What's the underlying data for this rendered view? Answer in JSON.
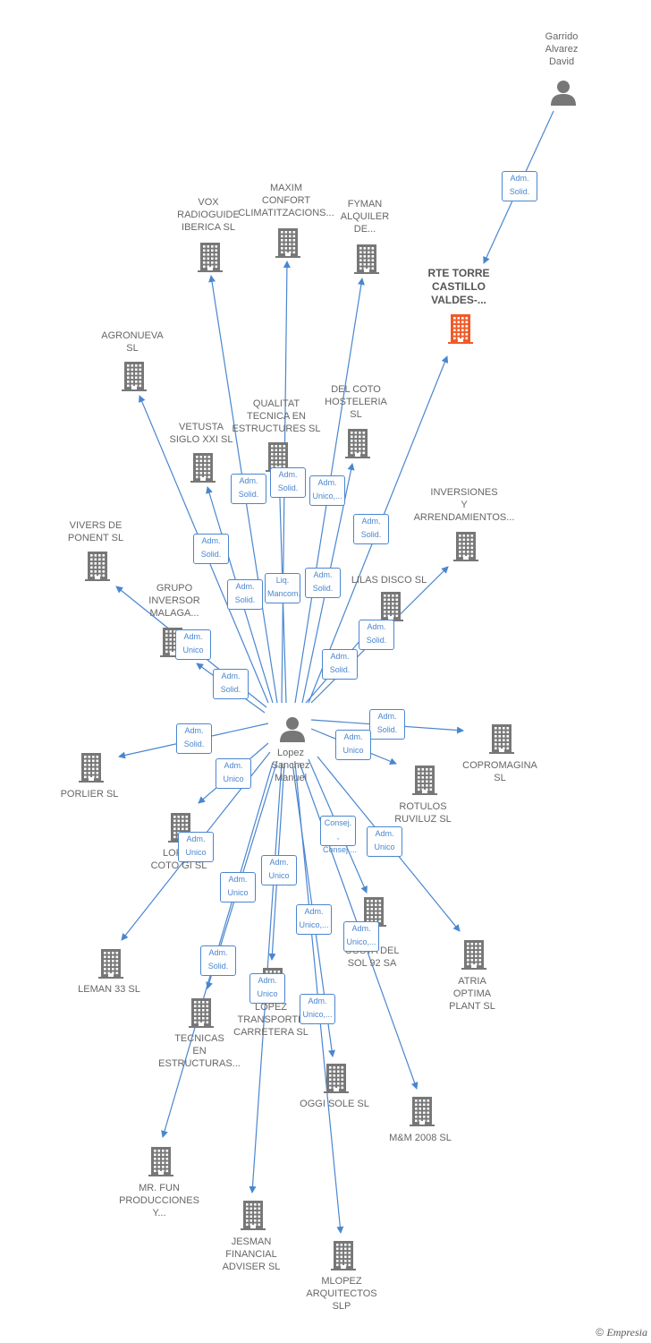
{
  "colors": {
    "edge": "#4a86d0",
    "company": "#777777",
    "focus": "#f05a28",
    "person": "#777777"
  },
  "nodes": [
    {
      "id": "garrido",
      "type": "person",
      "label": "Garrido\nAlvarez\nDavid"
    },
    {
      "id": "rte",
      "type": "focus",
      "label": "RTE TORRE\nCASTILLO\nVALDES-..."
    },
    {
      "id": "vox",
      "type": "company",
      "label": "VOX\nRADIOGUIDE\nIBERICA SL"
    },
    {
      "id": "maxim",
      "type": "company",
      "label": "MAXIM\nCONFORT\nCLIMATITZACIONS..."
    },
    {
      "id": "fyman",
      "type": "company",
      "label": "FYMAN\nALQUILER\nDE..."
    },
    {
      "id": "agronueva",
      "type": "company",
      "label": "AGRONUEVA\nSL"
    },
    {
      "id": "qualitat",
      "type": "company",
      "label": "QUALITAT\nTECNICA EN\nESTRUCTURES SL"
    },
    {
      "id": "delcoto",
      "type": "company",
      "label": "DEL COTO\nHOSTELERIA\nSL"
    },
    {
      "id": "vetusta",
      "type": "company",
      "label": "VETUSTA\nSIGLO XXI  SL"
    },
    {
      "id": "inversiones",
      "type": "company",
      "label": "INVERSIONES\nY\nARRENDAMIENTOS..."
    },
    {
      "id": "vivers",
      "type": "company",
      "label": "VIVERS DE\nPONENT SL"
    },
    {
      "id": "lilas",
      "type": "company",
      "label": "LILAS DISCO  SL"
    },
    {
      "id": "grupo",
      "type": "company",
      "label": "GRUPO\nINVERSOR\nMALAGA..."
    },
    {
      "id": "lopez",
      "type": "person",
      "label": "Lopez\nSanchez\nManuel"
    },
    {
      "id": "porlier",
      "type": "company",
      "label": "PORLIER  SL"
    },
    {
      "id": "copromagina",
      "type": "company",
      "label": "COPROMAGINA\nSL"
    },
    {
      "id": "rotulos",
      "type": "company",
      "label": "ROTULOS\nRUVILUZ SL"
    },
    {
      "id": "lopezcoto",
      "type": "company",
      "label": "LOPEZ\nCOTO GI  SL"
    },
    {
      "id": "leman",
      "type": "company",
      "label": "LEMAN 33 SL"
    },
    {
      "id": "costa",
      "type": "company",
      "label": "LA\nCOSTA DEL\nSOL 92 SA"
    },
    {
      "id": "atria",
      "type": "company",
      "label": "ATRIA\nOPTIMA\nPLANT  SL"
    },
    {
      "id": "tecnicas",
      "type": "company",
      "label": "TECNICAS\nEN\nESTRUCTURAS..."
    },
    {
      "id": "lopeztransport",
      "type": "company",
      "label": "LOPEZ\nTRANSPORTE\nCARRETERA  SL"
    },
    {
      "id": "oggi",
      "type": "company",
      "label": "OGGI SOLE  SL"
    },
    {
      "id": "mm2008",
      "type": "company",
      "label": "M&M 2008 SL"
    },
    {
      "id": "mrfun",
      "type": "company",
      "label": "MR.  FUN\nPRODUCCIONES\nY..."
    },
    {
      "id": "jesman",
      "type": "company",
      "label": "JESMAN\nFINANCIAL\nADVISER  SL"
    },
    {
      "id": "mlopez",
      "type": "company",
      "label": "MLOPEZ\nARQUITECTOS\nSLP"
    }
  ],
  "edges": [
    {
      "from": "garrido",
      "to": "rte",
      "label": "Adm.\nSolid."
    },
    {
      "from": "lopez",
      "to": "rte",
      "label": "Adm.\nSolid."
    },
    {
      "from": "lopez",
      "to": "vox",
      "label": "Adm.\nSolid."
    },
    {
      "from": "lopez",
      "to": "maxim",
      "label": "Adm.\nSolid."
    },
    {
      "from": "lopez",
      "to": "fyman",
      "label": "Adm.\nUnico,..."
    },
    {
      "from": "lopez",
      "to": "agronueva",
      "label": "Adm.\nSolid."
    },
    {
      "from": "lopez",
      "to": "qualitat",
      "label": "Liq.\nMancom."
    },
    {
      "from": "lopez",
      "to": "delcoto",
      "label": "Adm.\nSolid."
    },
    {
      "from": "lopez",
      "to": "vetusta",
      "label": "Adm.\nSolid."
    },
    {
      "from": "lopez",
      "to": "inversiones",
      "label": "Adm.\nSolid."
    },
    {
      "from": "lopez",
      "to": "vivers",
      "label": "Adm.\nSolid."
    },
    {
      "from": "lopez",
      "to": "lilas",
      "label": "Adm.\nSolid."
    },
    {
      "from": "lopez",
      "to": "grupo",
      "label": "Adm.\nUnico"
    },
    {
      "from": "lopez",
      "to": "porlier",
      "label": "Adm.\nSolid."
    },
    {
      "from": "lopez",
      "to": "copromagina",
      "label": "Adm.\nSolid."
    },
    {
      "from": "lopez",
      "to": "rotulos",
      "label": "Adm.\nUnico"
    },
    {
      "from": "lopez",
      "to": "lopezcoto",
      "label": "Adm.\nUnico"
    },
    {
      "from": "lopez",
      "to": "leman",
      "label": "Adm.\nUnico"
    },
    {
      "from": "lopez",
      "to": "costa",
      "label": "Consej. ,\nConsej...."
    },
    {
      "from": "lopez",
      "to": "atria",
      "label": "Adm.\nUnico"
    },
    {
      "from": "lopez",
      "to": "tecnicas",
      "label": "Adm.\nUnico"
    },
    {
      "from": "lopez",
      "to": "lopeztransport",
      "label": "Adm.\nUnico"
    },
    {
      "from": "lopez",
      "to": "oggi",
      "label": "Adm.\nUnico,..."
    },
    {
      "from": "lopez",
      "to": "mm2008",
      "label": "Adm.\nUnico,..."
    },
    {
      "from": "lopez",
      "to": "mrfun",
      "label": "Adm.\nSolid."
    },
    {
      "from": "lopez",
      "to": "jesman",
      "label": "Adm.\nUnico"
    },
    {
      "from": "lopez",
      "to": "mlopez",
      "label": "Adm.\nUnico,..."
    }
  ],
  "footer": {
    "copyright": "©",
    "brand": "Empresia"
  }
}
